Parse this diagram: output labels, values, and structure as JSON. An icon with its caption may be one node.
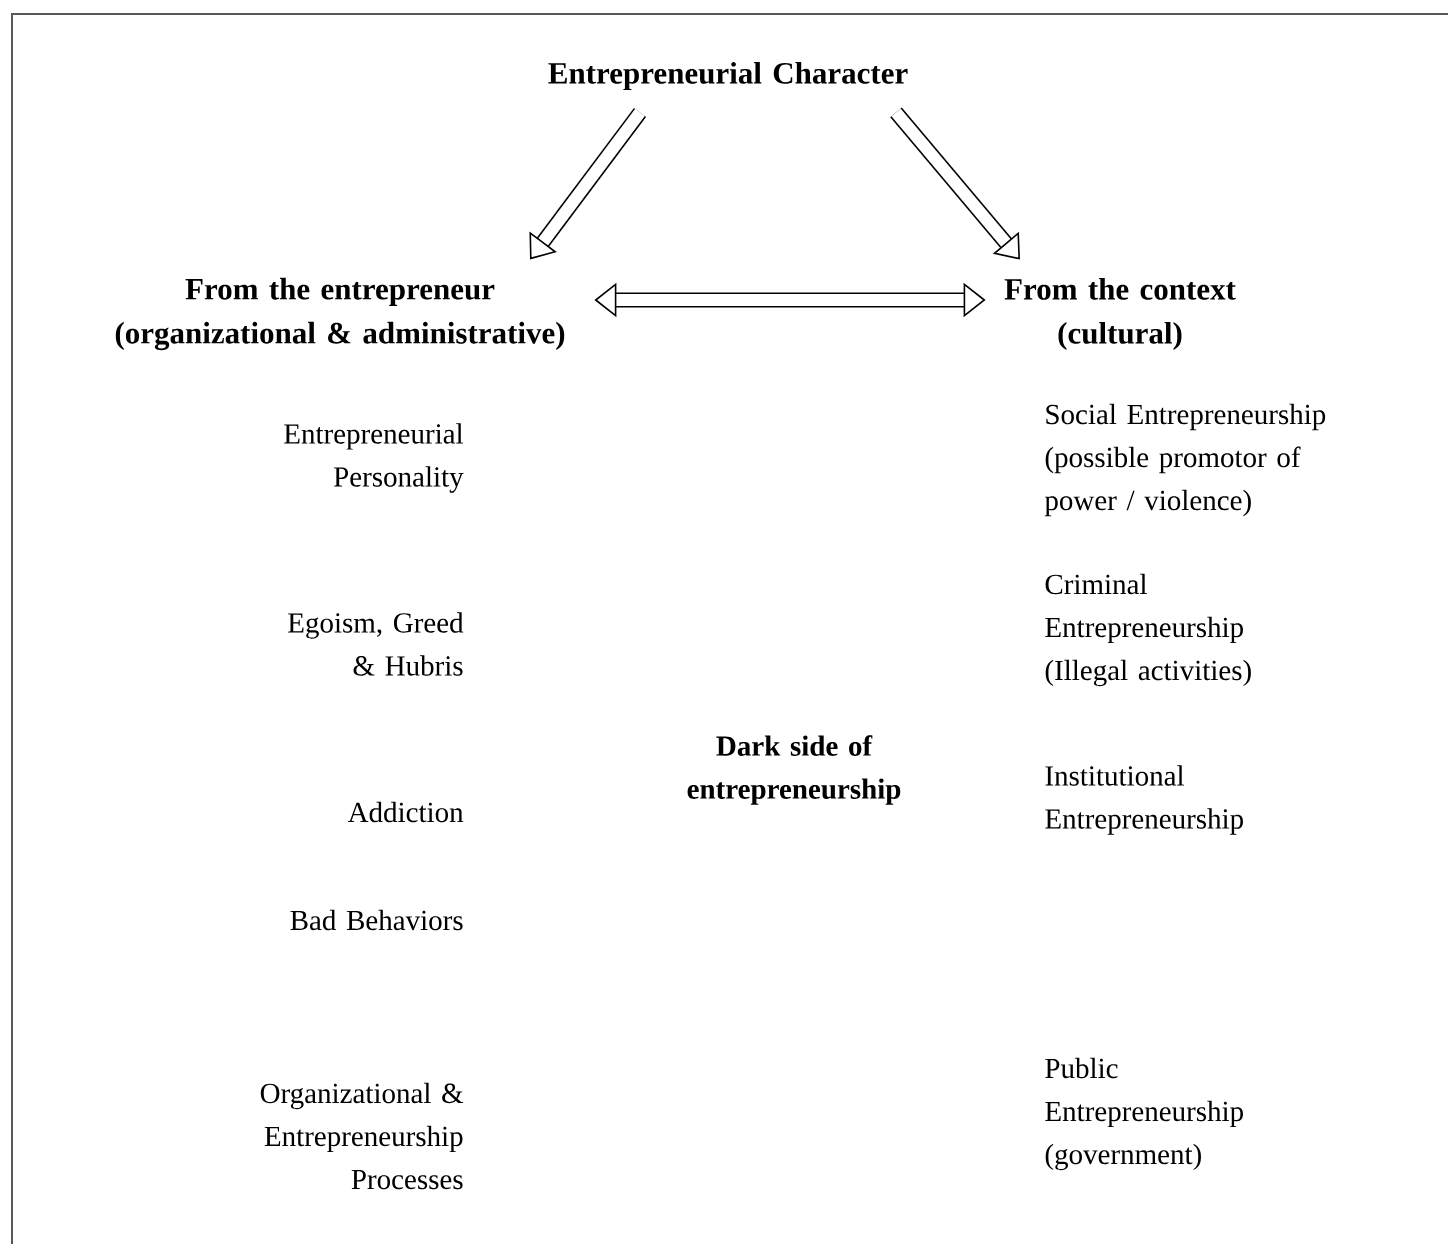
{
  "diagram": {
    "nodes": [
      {
        "text": [
          "Entrepreneurial Character"
        ]
      },
      {
        "text": [
          "From the entrepreneur (organizational & administrative)"
        ]
      },
      {
        "text": [
          "From the context (cultural)"
        ]
      }
    ],
    "edges": [
      {
        "from": 0,
        "to": 1,
        "arrow": "to"
      },
      {
        "from": 0,
        "to": 2,
        "arrow": "to"
      },
      {
        "from": 1,
        "to": 2,
        "arrow": "both"
      }
    ],
    "labels": [
      "Entrepreneurial Personality",
      "Egoism, Greed & Hubris",
      "Addiction",
      "Bad Behaviors",
      "Organizational & Entrepreneurship Processes",
      "Dark side of entrepreneurship",
      "Social Entrepreneurship (possible promotor of power / violence)",
      "Criminal Entrepreneurship (Illegal activities)",
      "Institutional Entrepreneurship",
      "Public Entrepreneurship (government)"
    ]
  }
}
